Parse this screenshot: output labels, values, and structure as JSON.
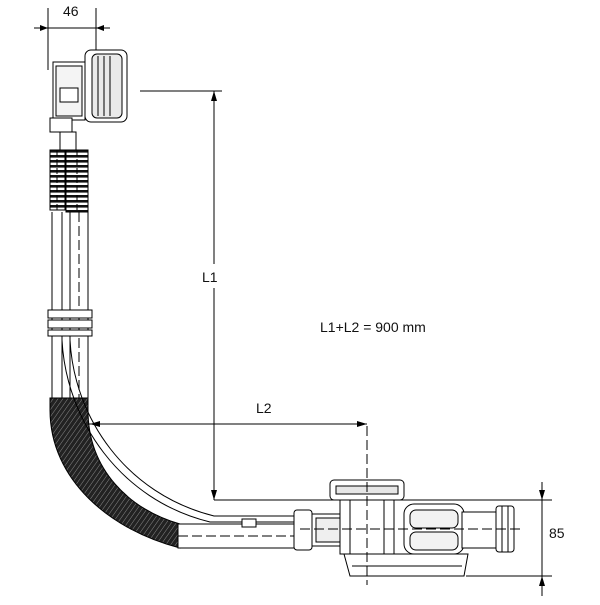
{
  "dimensions": {
    "width_top": "46",
    "length_1": "L1",
    "length_2": "L2",
    "height_right": "85"
  },
  "formula": "L1+L2 = 900 mm"
}
